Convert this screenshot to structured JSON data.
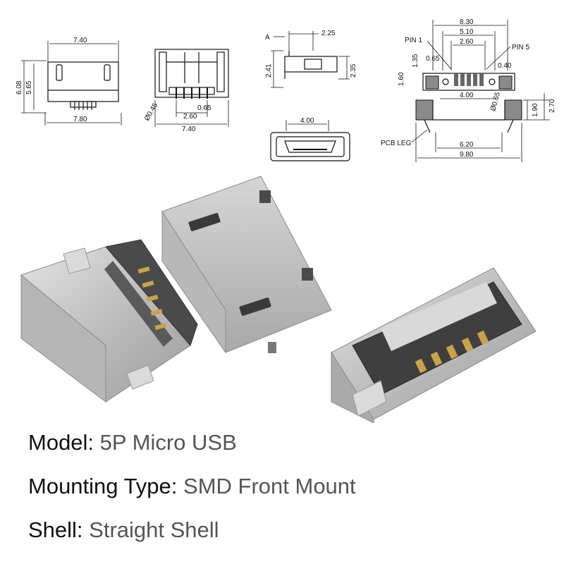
{
  "drawing": {
    "front_view": {
      "top_width": "7.40",
      "bottom_width": "7.80",
      "height_outer": "6.08",
      "height_inner": "5.65"
    },
    "bottom_view": {
      "pin_diameter": "Ø0.45",
      "pitch": "0.65",
      "pin_span": "2.60",
      "width": "7.40"
    },
    "side_view": {
      "ref": "A",
      "offset": "2.25",
      "height_left": "2.41",
      "height_right": "2.35"
    },
    "opening_view": {
      "width": "4.00"
    },
    "pcb_layout": {
      "overall_width": "8.30",
      "pad_span": "5.10",
      "inner_span": "2.60",
      "pin1_label": "PIN 1",
      "pin5_label": "PIN 5",
      "pitch": "0.65",
      "pad_width": "0.40",
      "pad_length": "1.35",
      "pad_row_height": "1.60",
      "slot_width": "4.00",
      "hole_diameter": "Ø0.65",
      "leg_height_a": "1.90",
      "leg_height_b": "2.70",
      "leg_label": "PCB LEG",
      "leg_gap": "6.20",
      "total_width": "9.80"
    }
  },
  "specs": [
    {
      "key": "Model:",
      "value": "5P Micro USB"
    },
    {
      "key": "Mounting Type:",
      "value": "SMD Front Mount"
    },
    {
      "key": "Shell:",
      "value": "Straight Shell"
    }
  ]
}
